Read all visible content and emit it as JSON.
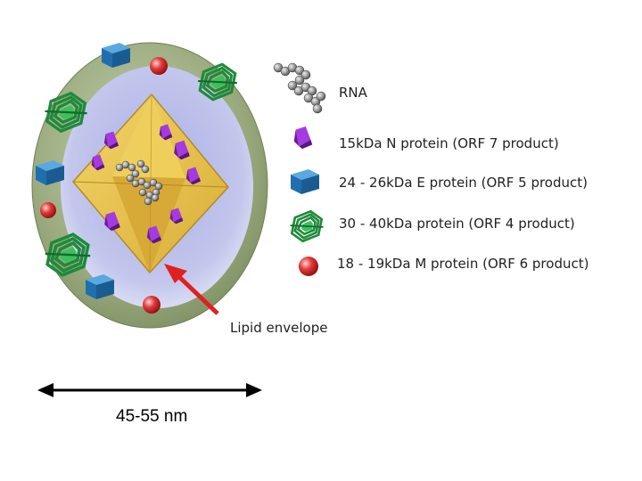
{
  "legend": {
    "items": [
      {
        "icon": "rna-strand-icon",
        "label": "RNA"
      },
      {
        "icon": "n-protein-icon",
        "label": "15kDa N protein (ORF 7 product)"
      },
      {
        "icon": "e-protein-icon",
        "label": "24 - 26kDa E protein (ORF 5 product)"
      },
      {
        "icon": "orf4-protein-icon",
        "label": "30 - 40kDa protein (ORF 4 product)"
      },
      {
        "icon": "m-protein-icon",
        "label": "18 - 19kDa M protein (ORF 6 product)"
      }
    ]
  },
  "callout": {
    "label": "Lipid envelope"
  },
  "scale_bar": {
    "label": "45-55 nm"
  },
  "colors": {
    "outer_envelope": "#9aaa7e",
    "inner_membrane": "#c4c8ec",
    "capsid": "#e8c34e",
    "n_protein": "#8a1fb5",
    "e_protein": "#1f77b4",
    "orf4_protein": "#2aa24a",
    "m_protein": "#d81e1e",
    "rna": "#9a9a9a",
    "arrow": "#e02020"
  }
}
